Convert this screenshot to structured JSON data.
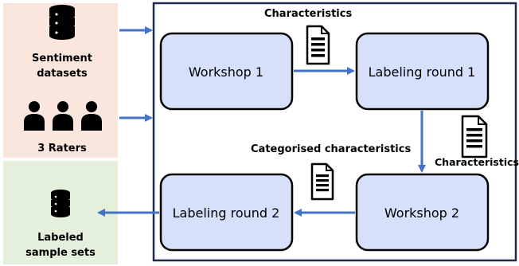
{
  "inputs": {
    "datasets_label_line1": "Sentiment",
    "datasets_label_line2": "datasets",
    "raters_label": "3 Raters"
  },
  "output": {
    "label_line1": "Labeled",
    "label_line2": "sample sets"
  },
  "process": {
    "workshop1": "Workshop 1",
    "labeling1": "Labeling round 1",
    "workshop2": "Workshop 2",
    "labeling2": "Labeling round 2"
  },
  "annotations": {
    "characteristics_top": "Characteristics",
    "characteristics_right": "Characteristics",
    "categorised": "Categorised characteristics"
  },
  "colors": {
    "input_panel": "#fae6dc",
    "output_panel": "#e4f0dc",
    "process_box_fill": "#d6e0fb",
    "arrow": "#4472c4",
    "frame": "#1f2a4a"
  }
}
